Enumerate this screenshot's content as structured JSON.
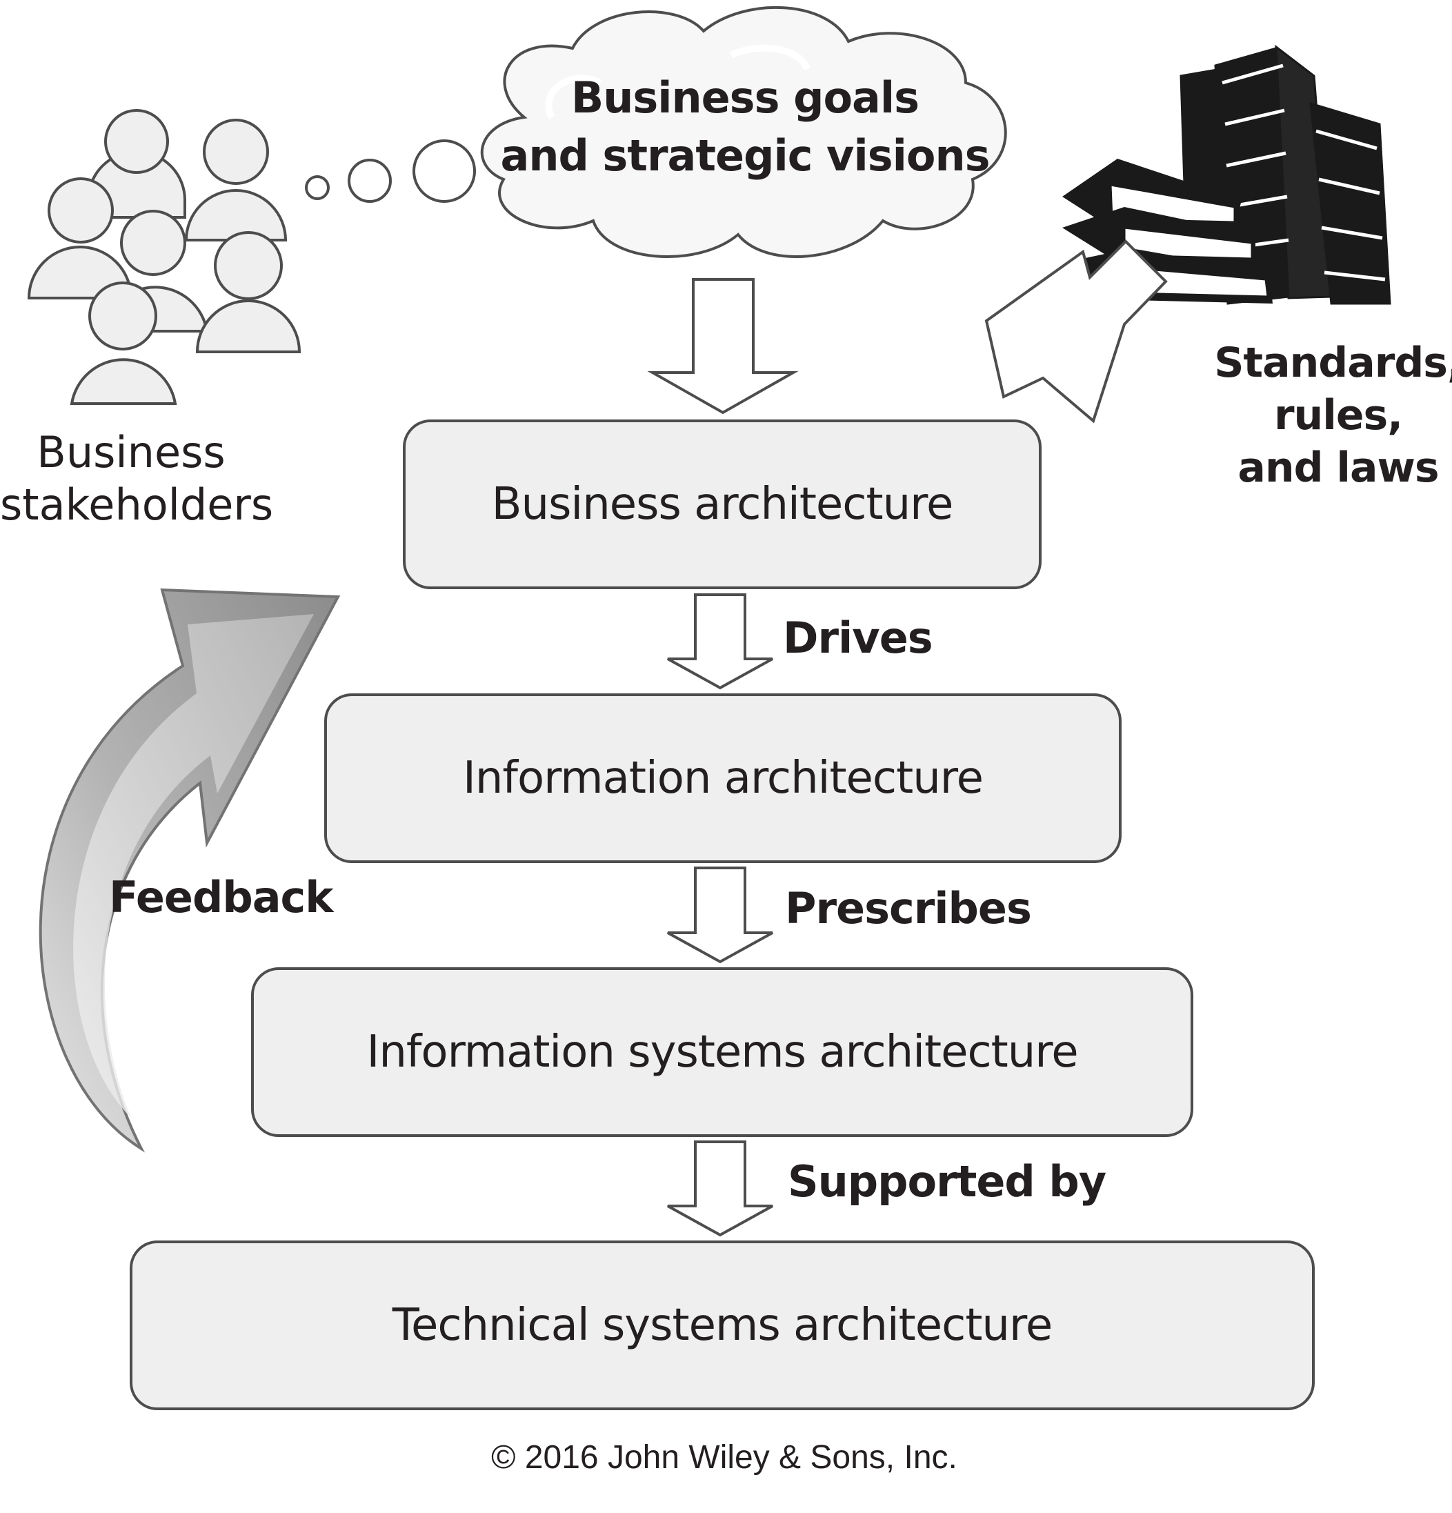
{
  "cloud": {
    "line1": "Business goals",
    "line2": "and strategic visions"
  },
  "stakeholders": {
    "line1": "Business",
    "line2": "stakeholders"
  },
  "standards": {
    "line1": "Standards,",
    "line2": "rules,",
    "line3": "and laws"
  },
  "layers": [
    {
      "label": "Business architecture"
    },
    {
      "label": "Information architecture"
    },
    {
      "label": "Information systems architecture"
    },
    {
      "label": "Technical systems architecture"
    }
  ],
  "relations": [
    {
      "label": "Drives"
    },
    {
      "label": "Prescribes"
    },
    {
      "label": "Supported by"
    }
  ],
  "feedback": {
    "label": "Feedback"
  },
  "copyright": "© 2016 John Wiley & Sons, Inc."
}
